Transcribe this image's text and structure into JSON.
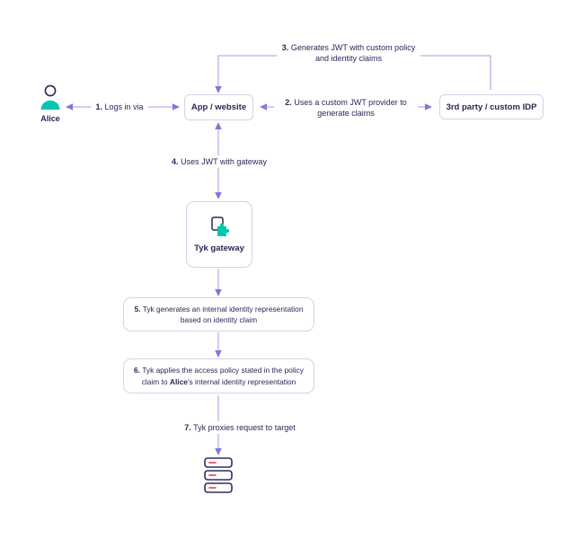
{
  "palette": {
    "line": "#b9afe6",
    "arrow": "#8477d8",
    "border": "#d6d0ec",
    "text": "#2b2659",
    "teal": "#00c7ae",
    "red": "#e25563",
    "background": "#ffffff"
  },
  "icons": {
    "alice": "person-icon",
    "gateway": "puzzle-icon",
    "target": "server-stack-icon"
  },
  "nodes": {
    "alice": {
      "label": "Alice"
    },
    "app": {
      "label": "App / website"
    },
    "idp": {
      "label": "3rd party / custom IDP"
    },
    "gateway": {
      "label": "Tyk gateway"
    },
    "step5": {
      "num": "5.",
      "text": "Tyk generates an internal identity representation based on identity claim"
    },
    "step6": {
      "num": "6.",
      "text_before": "Tyk applies the access policy stated in the policy claim to ",
      "text_bold": "Alice",
      "text_after": "'s internal identity representation"
    }
  },
  "edges": {
    "step1": {
      "num": "1.",
      "text": "Logs in via"
    },
    "step2": {
      "num": "2.",
      "text": "Uses a custom JWT provider to generate claims"
    },
    "step3": {
      "num": "3.",
      "text": "Generates JWT with custom policy and identity claims"
    },
    "step4": {
      "num": "4.",
      "text": "Uses JWT with gateway"
    },
    "step7": {
      "num": "7.",
      "text": "Tyk proxies request to target"
    }
  }
}
